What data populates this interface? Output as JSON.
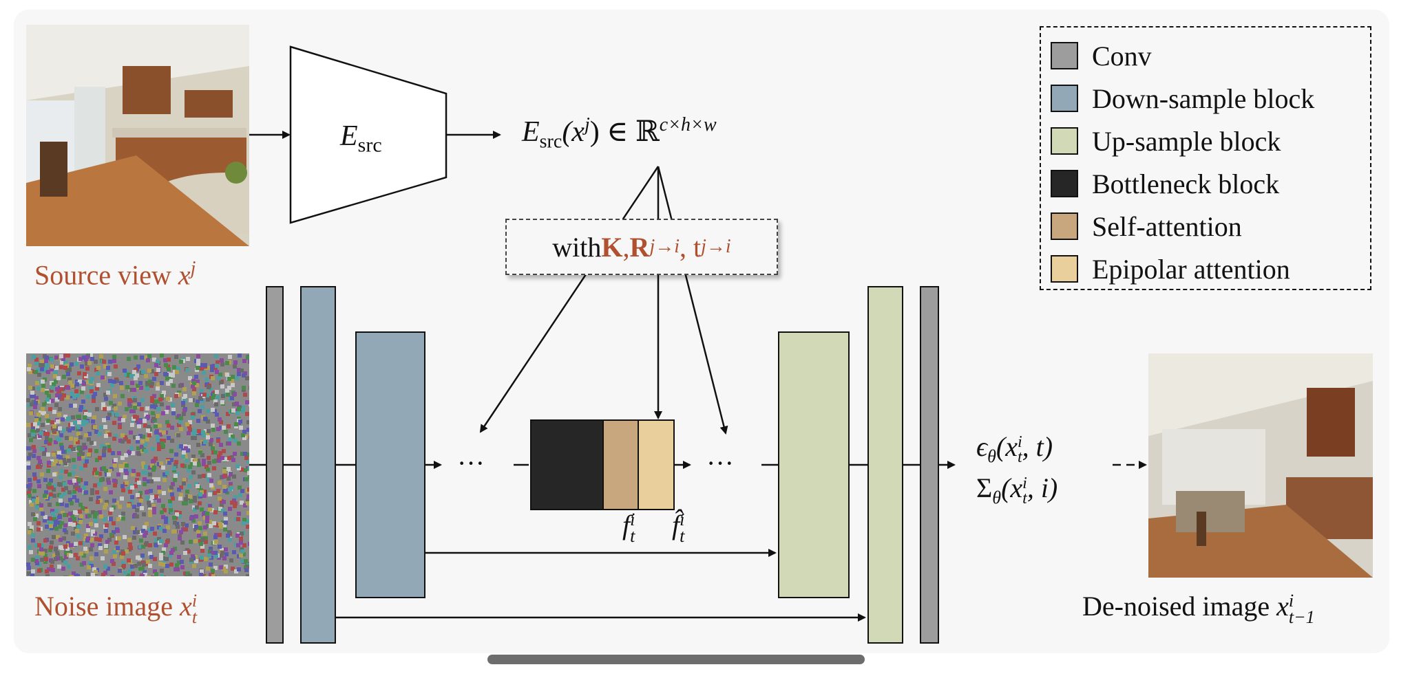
{
  "source_caption": "Source view",
  "source_var": "x",
  "source_sup": "j",
  "noise_caption": "Noise image",
  "noise_var": "x",
  "noise_sub": "t",
  "noise_sup": "i",
  "denoised_caption": "De-noised image",
  "denoised_var": "x",
  "denoised_sub": "t−1",
  "denoised_sup": "i",
  "encoder": {
    "main": "E",
    "sub": "src"
  },
  "feature": {
    "main": "E",
    "sub": "src",
    "arg": "(x",
    "arg_sup": "j",
    "close": ")",
    "rest": " ∈ ℝ",
    "dims": "c×h×w"
  },
  "pose": {
    "prefix": "with ",
    "k": "K",
    "sep": ", ",
    "r": "R",
    "r_sup": "j→i",
    "comma": ", t",
    "t_sup": "j→i"
  },
  "ellipsis_left": "···",
  "ellipsis_right": "···",
  "feat_f": "f",
  "feat_f_sub": "t",
  "feat_f_sup": "i",
  "feat_fhat": "f̂",
  "feat_fhat_sub": "t",
  "feat_fhat_sup": "i",
  "output": {
    "eps": "ϵ",
    "eps_sub": "θ",
    "eps_arg": "(x",
    "eps_arg_sub": "t",
    "eps_arg_sup": "i",
    "eps_end": ", t)",
    "sigma": "Σ",
    "sigma_sub": "θ",
    "sigma_arg": "(x",
    "sigma_arg_sub": "t",
    "sigma_arg_sup": "i",
    "sigma_end": ", i)"
  },
  "legend": [
    {
      "label": "Conv",
      "color": "#9d9d9d"
    },
    {
      "label": "Down-sample block",
      "color": "#93a8b6"
    },
    {
      "label": "Up-sample block",
      "color": "#d2d9b6"
    },
    {
      "label": "Bottleneck block",
      "color": "#262626"
    },
    {
      "label": "Self-attention",
      "color": "#c9a77e"
    },
    {
      "label": "Epipolar attention",
      "color": "#e8cf9c"
    }
  ]
}
